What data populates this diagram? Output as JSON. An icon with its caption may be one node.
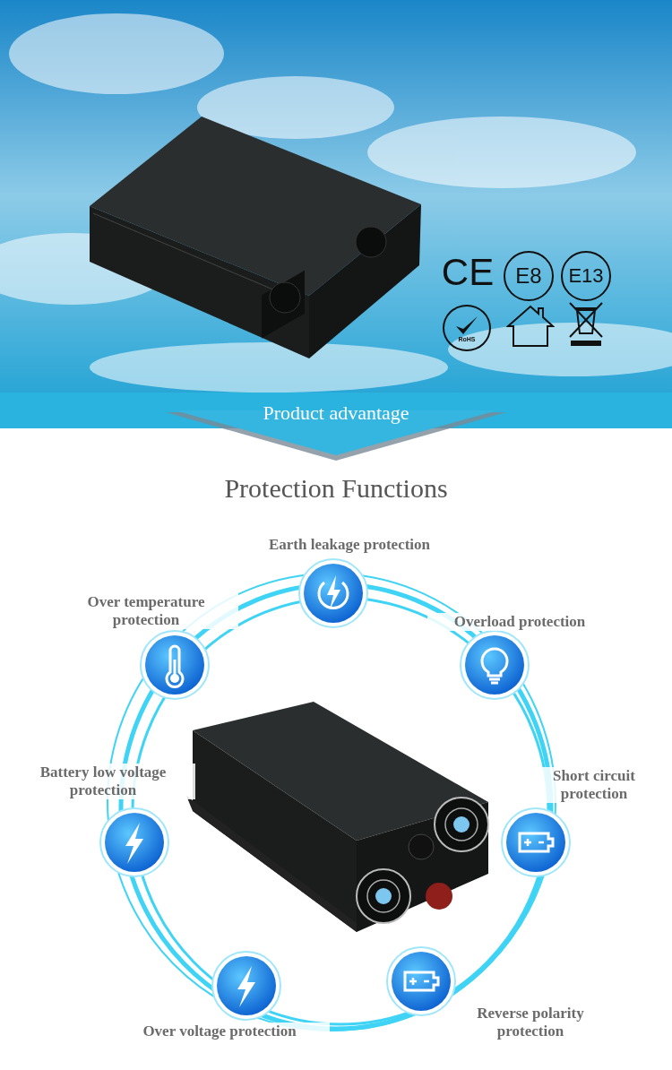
{
  "diagram": {
    "title": "Protection Functions",
    "nodes": [
      {
        "text": [
          "Earth leakage protection"
        ]
      },
      {
        "text": [
          "Over temperature protection"
        ]
      },
      {
        "text": [
          "Overload protection"
        ]
      },
      {
        "text": [
          "Battery low voltage protection"
        ]
      },
      {
        "text": [
          "Short circuit protection"
        ]
      },
      {
        "text": [
          "Reverse polarity protection"
        ]
      },
      {
        "text": [
          "Over voltage protection"
        ]
      }
    ],
    "labels": [
      "CE",
      "E8",
      "E13",
      "RoHS",
      "Product advantage"
    ]
  }
}
